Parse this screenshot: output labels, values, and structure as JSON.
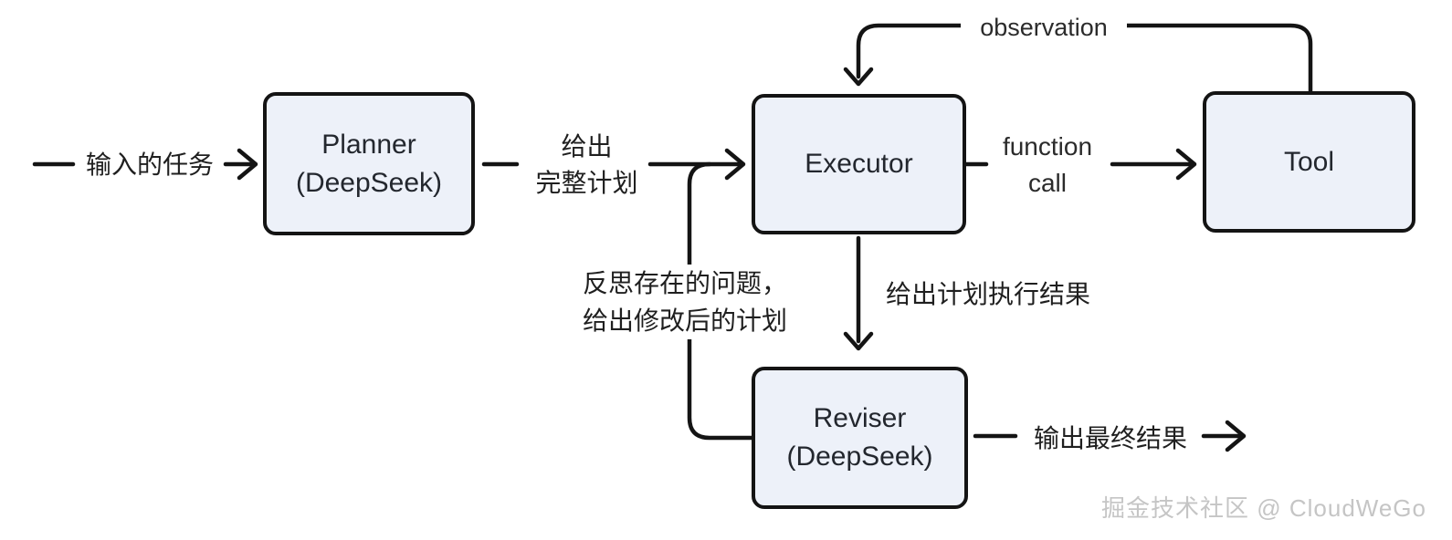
{
  "diagram": {
    "nodes": {
      "planner": {
        "title": "Planner",
        "subtitle": "(DeepSeek)"
      },
      "executor": {
        "title": "Executor"
      },
      "tool": {
        "title": "Tool"
      },
      "reviser": {
        "title": "Reviser",
        "subtitle": "(DeepSeek)"
      }
    },
    "labels": {
      "input_task": "输入的任务",
      "give_plan_line1": "给出",
      "give_plan_line2": "完整计划",
      "function_call_line1": "function",
      "function_call_line2": "call",
      "observation": "observation",
      "reflect_line1": "反思存在的问题，",
      "reflect_line2": "给出修改后的计划",
      "exec_result": "给出计划执行结果",
      "final_output": "输出最终结果"
    },
    "watermark": "掘金技术社区 @ CloudWeGo",
    "colors": {
      "node_fill": "#edf1f9",
      "node_border": "#141414",
      "line": "#141414",
      "text": "#23272e",
      "watermark": "#c5c5c5"
    }
  }
}
